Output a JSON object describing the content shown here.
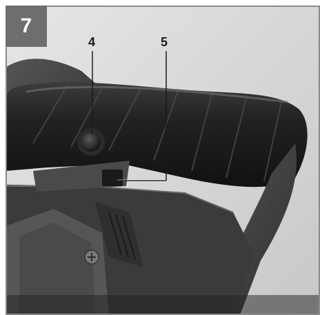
{
  "figure": {
    "number": "7"
  },
  "callouts": {
    "item_4": "4",
    "item_5": "5"
  },
  "colors": {
    "frame_border": "#8a8a8a",
    "number_box": "#6e6e6e",
    "housing_dark": "#3a3a3a",
    "grip_black": "#1f1f1f",
    "background_gray": "#d8d8d8"
  },
  "icons": {
    "lock_button": "round-push-button",
    "trigger": "on-off-switch",
    "screw": "phillips-screw"
  }
}
